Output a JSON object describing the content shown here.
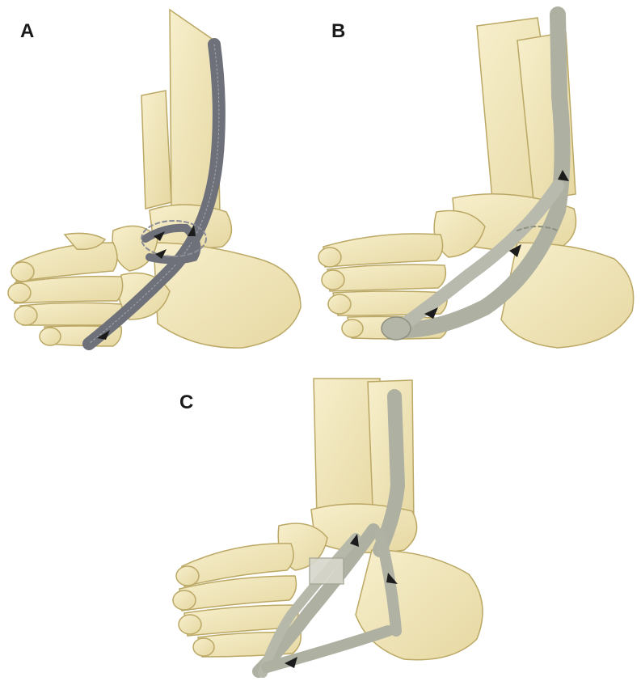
{
  "figure": {
    "panels": [
      {
        "id": "A",
        "label": "A",
        "graft_style": "dark-grey striated tendon graft with arrows and dashed loop"
      },
      {
        "id": "B",
        "label": "B",
        "graft_style": "light grey-green tendon graft looping under the forefoot"
      },
      {
        "id": "C",
        "label": "C",
        "graft_style": "grey-green crossing tendon strips with translucent block"
      }
    ],
    "colors": {
      "bone": "#f2e6b8",
      "bone_shadow": "#d9c98e",
      "bone_outline": "#bba865",
      "graft_dark": "#7c7e88",
      "graft_light": "#aeb0a2",
      "arrow": "#1c1c1c"
    }
  }
}
